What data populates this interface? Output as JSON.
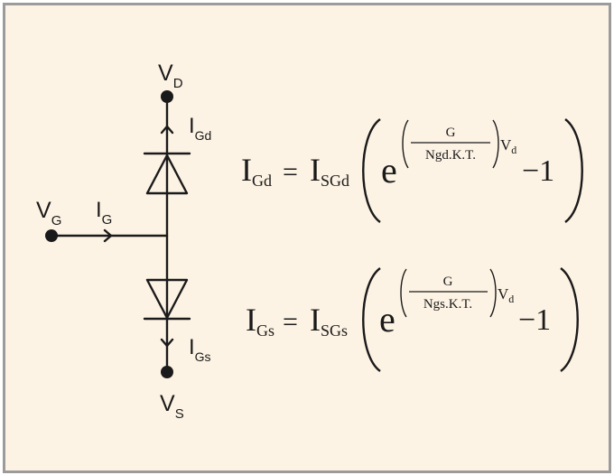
{
  "circuit": {
    "drain_node": {
      "letter": "V",
      "sub": "D"
    },
    "gate_node": {
      "letter": "V",
      "sub": "G"
    },
    "source_node": {
      "letter": "V",
      "sub": "S"
    },
    "gate_current": {
      "letter": "I",
      "sub": "G"
    },
    "gd_current": {
      "letter": "I",
      "sub": "Gd"
    },
    "gs_current": {
      "letter": "I",
      "sub": "Gs"
    }
  },
  "equations": {
    "eq1": {
      "lhs": "I",
      "lhs_sub": "Gd",
      "equals": "=",
      "sat": "I",
      "sat_sub": "SGd",
      "base": "e",
      "num": "G",
      "den": "Ngd.K.T.",
      "vexp": "V",
      "vexp_sub": "d",
      "minus_one": "−1"
    },
    "eq2": {
      "lhs": "I",
      "lhs_sub": "Gs",
      "equals": "=",
      "sat": "I",
      "sat_sub": "SGs",
      "base": "e",
      "num": "G",
      "den": "Ngs.K.T.",
      "vexp": "V",
      "vexp_sub": "d",
      "minus_one": "−1"
    }
  },
  "colors": {
    "background": "#fdf3e4",
    "border": "#9b9b9b",
    "ink": "#1a1a1a"
  }
}
